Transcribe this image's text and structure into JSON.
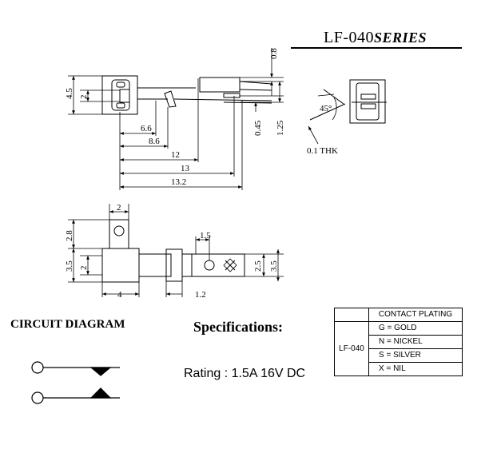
{
  "title": {
    "model": "LF-040",
    "series": "SERIES"
  },
  "top_view": {
    "dims": [
      "4.5",
      "2",
      "0.8",
      "0.45",
      "1.25",
      "6.6",
      "8.6",
      "12",
      "13",
      "13.2"
    ]
  },
  "side_view": {
    "angle": "45°",
    "thickness": "0.1  THK"
  },
  "bottom_view": {
    "dims": [
      "2",
      "2.8",
      "3.5",
      "2",
      "4",
      "1.5",
      "1.2",
      "2.5",
      "3.5"
    ]
  },
  "circuit": {
    "title": "CIRCUIT DIAGRAM"
  },
  "specifications": {
    "title": "Specifications:",
    "rating": "Rating : 1.5A 16V DC"
  },
  "plating_table": {
    "header": "CONTACT PLATING",
    "model": "LF-040",
    "options": [
      "G = GOLD",
      "N = NICKEL",
      "S = SILVER",
      "X = NIL"
    ]
  }
}
